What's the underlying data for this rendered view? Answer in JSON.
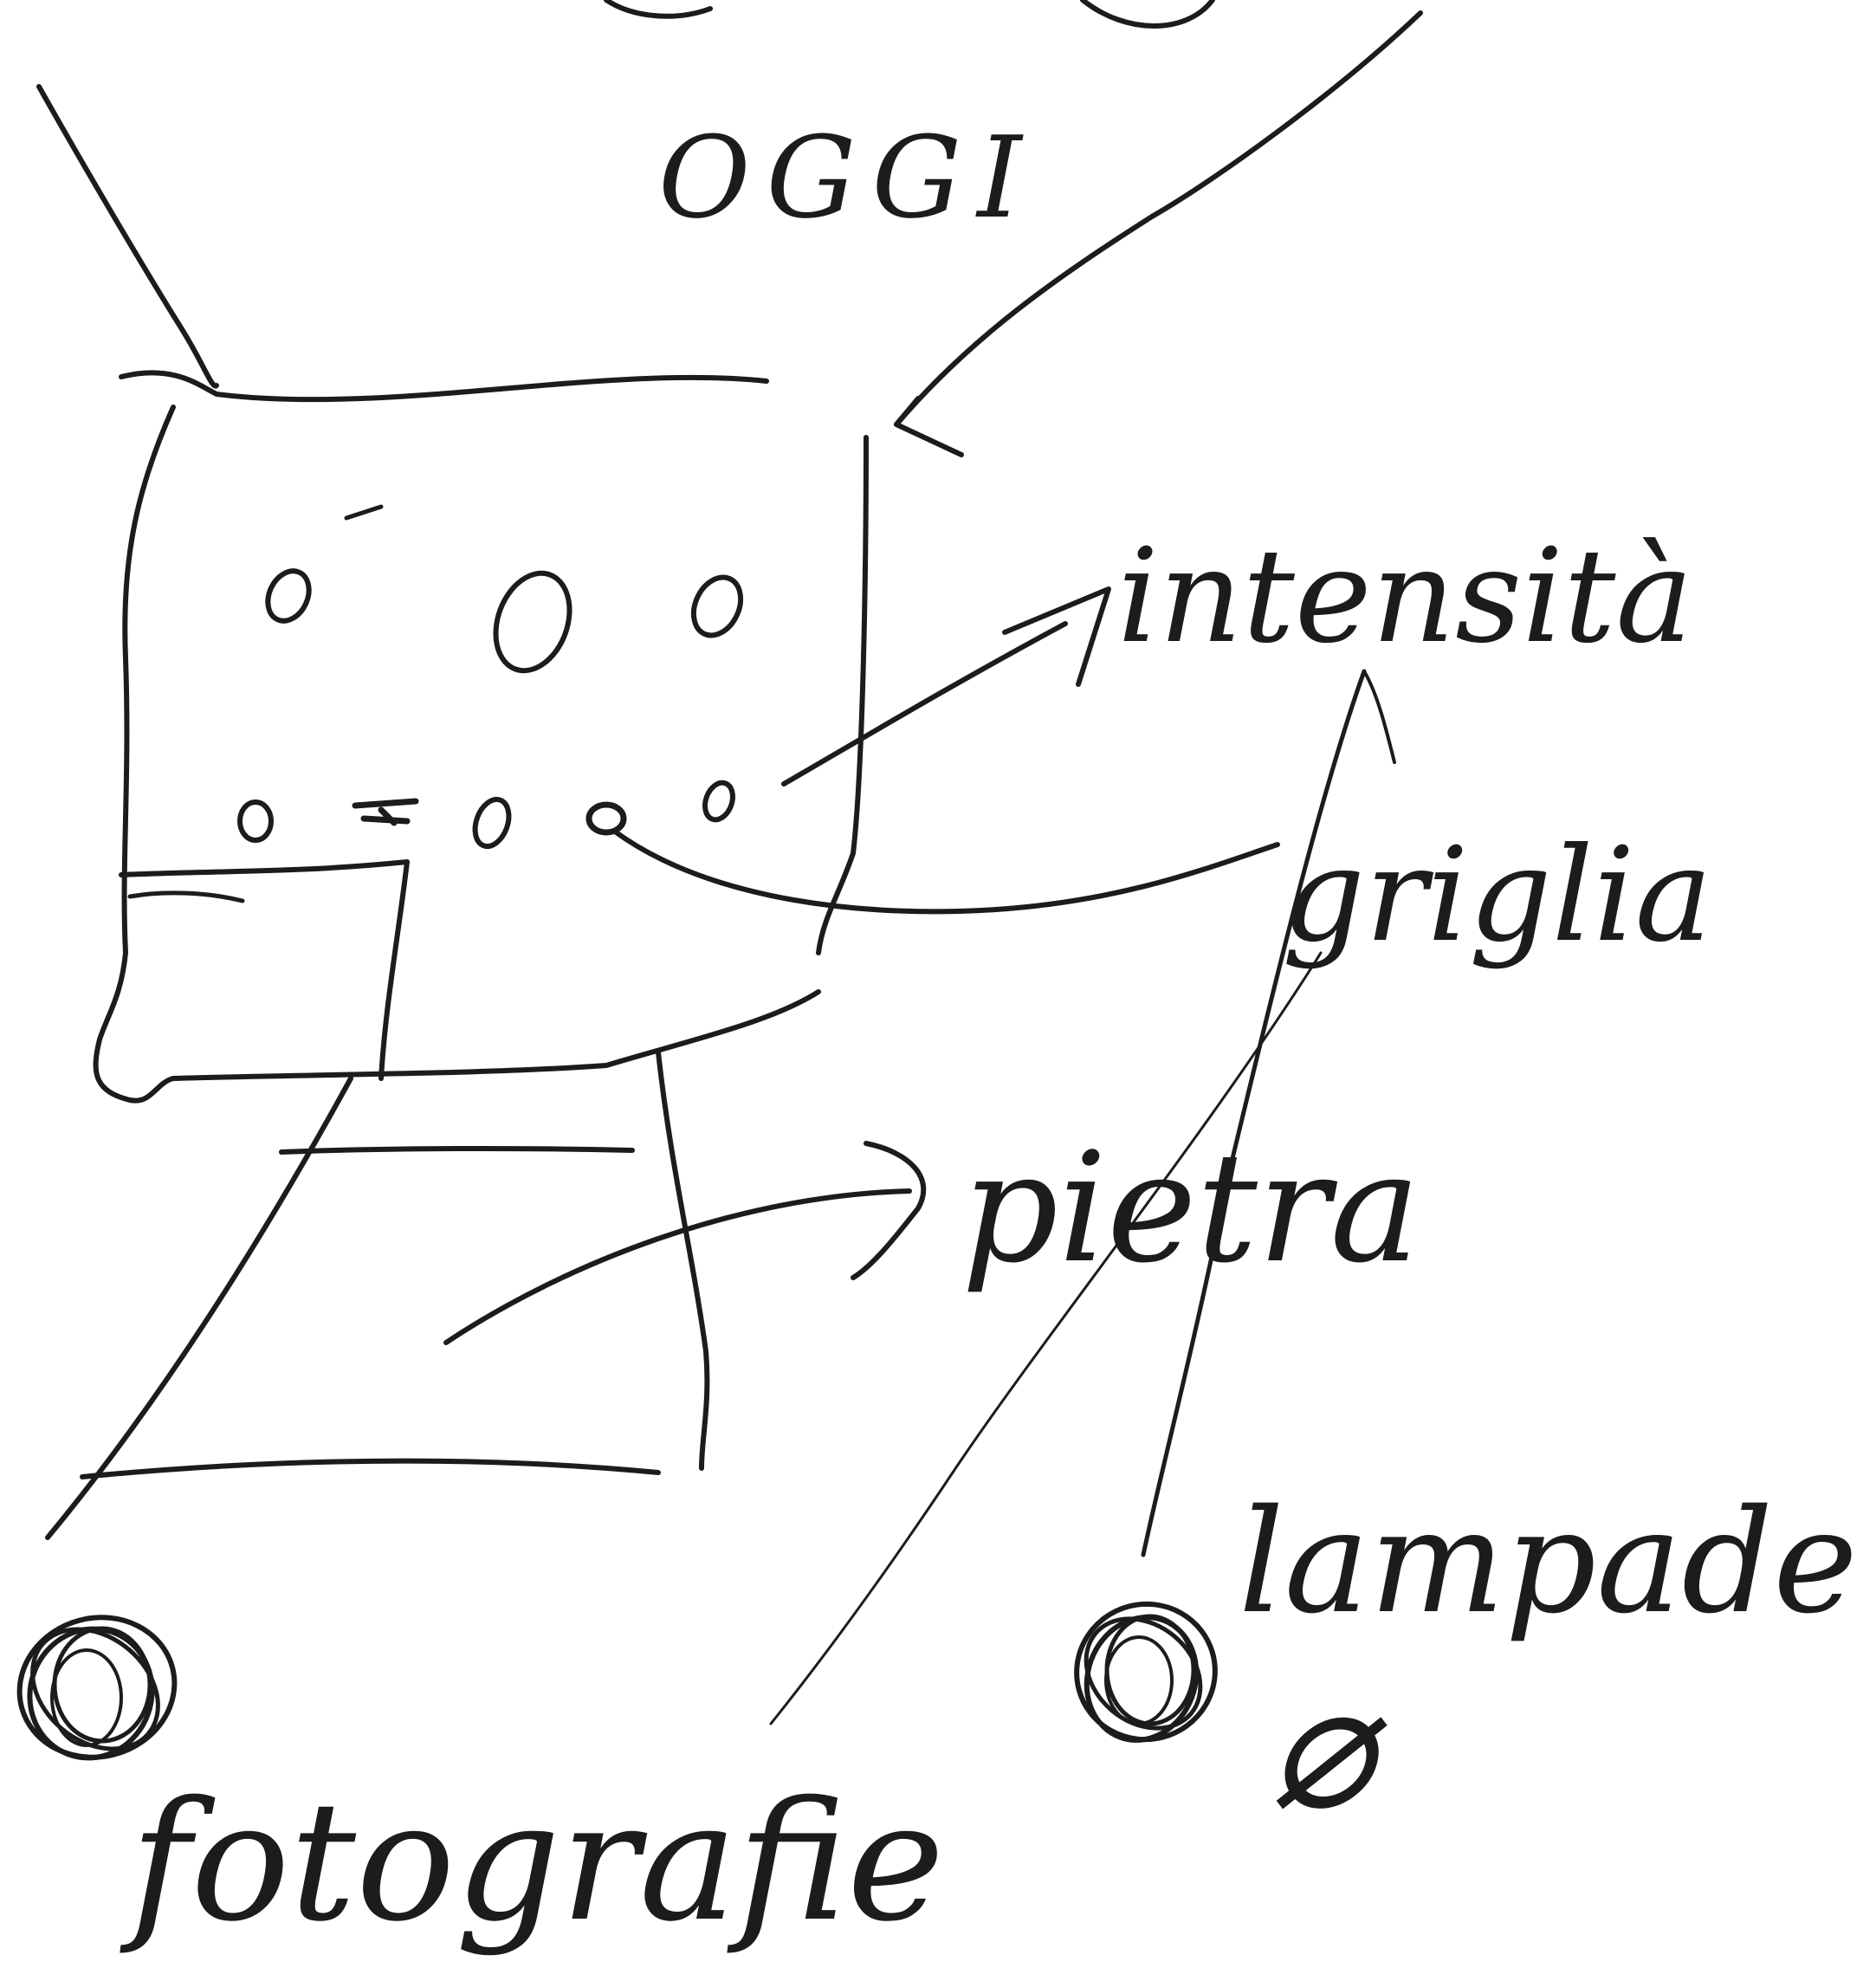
{
  "sketch": {
    "ink_color": "#1c1c1c",
    "paper_color": "#ffffff",
    "labels": {
      "top_text": "OGGI",
      "interior_label": "intensità",
      "grill_label": "griglia",
      "stone_label": "pietra",
      "lamp_label": "lampade",
      "photo_label": "fotografie",
      "diameter_symbol": "⌀"
    }
  }
}
